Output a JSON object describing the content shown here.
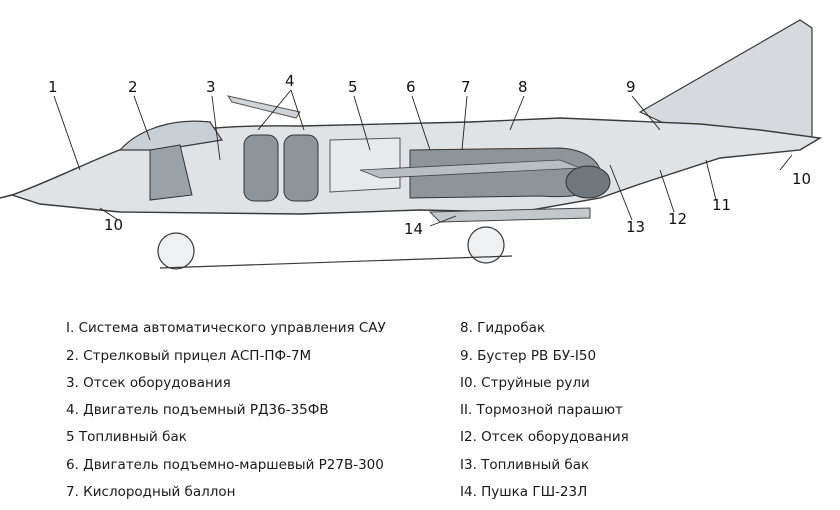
{
  "callouts": [
    "1",
    "2",
    "3",
    "4",
    "5",
    "6",
    "7",
    "8",
    "9",
    "10",
    "10",
    "12",
    "11",
    "14",
    "13"
  ],
  "legend_left": [
    "I. Система автоматического управления САУ",
    "2. Стрелковый прицел АСП-ПФ-7М",
    "3. Отсек оборудования",
    "4. Двигатель подъемный РД36-35ФВ",
    "5 Топливный бак",
    "6. Двигатель подъемно-маршевый Р27В-300",
    "7. Кислородный баллон"
  ],
  "legend_right": [
    "8. Гидробак",
    "9. Бустер РВ БУ-I50",
    "I0. Струйные рули",
    "II. Тормозной парашют",
    "I2. Отсек оборудования",
    "I3. Топливный бак",
    "I4. Пушка ГШ-23Л"
  ],
  "colors": {
    "fuselage": "#d9dde0",
    "outline": "#3a3a3a",
    "engine": "#8d949a",
    "canopy": "#c8d0d6"
  }
}
